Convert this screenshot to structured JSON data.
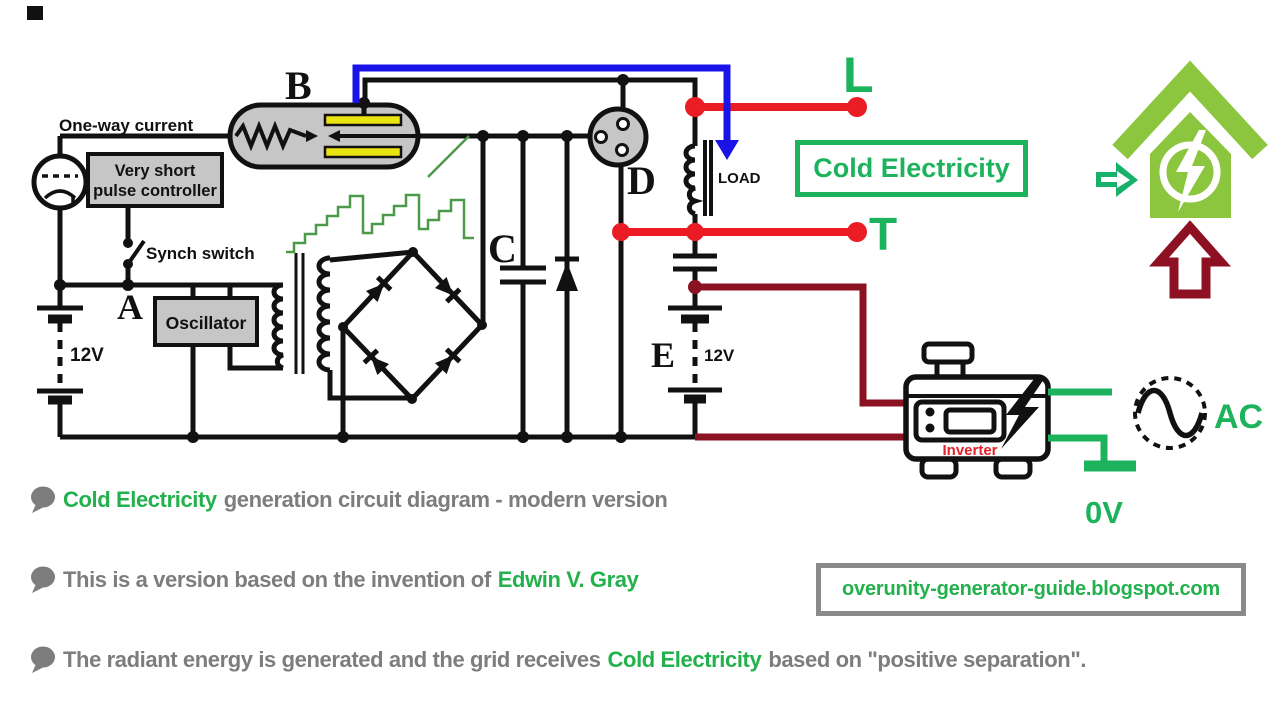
{
  "circuit": {
    "labels": {
      "one_way_current": "One-way current",
      "pulse_controller_line1": "Very short",
      "pulse_controller_line2": "pulse controller",
      "synch_switch": "Synch switch",
      "oscillator": "Oscillator",
      "battery_left": "12V",
      "battery_e": "12V",
      "load": "LOAD",
      "a": "A",
      "b": "B",
      "c": "C",
      "d": "D",
      "e": "E",
      "terminal_l": "L",
      "terminal_t": "T",
      "cold_electricity": "Cold Electricity",
      "inverter": "Inverter",
      "ac": "AC",
      "zero_v": "0V"
    },
    "colors": {
      "wire_black": "#111111",
      "wire_red": "#ec1c24",
      "wire_dark_red": "#8b1222",
      "wire_blue": "#1a13e8",
      "wire_green_out": "#1cb35c",
      "label_green": "#1cb35c",
      "component_gray": "#c6c6c6",
      "plate_yellow": "#ece410",
      "waveform_green": "#4a9a4a",
      "house_green": "#8cc63e",
      "arrow_green": "#17b169",
      "arrow_dark_red": "#8e1023",
      "inverter_red": "#e42127"
    }
  },
  "captions": {
    "bullet1": {
      "highlight": "Cold Electricity",
      "rest": "generation circuit diagram - modern version"
    },
    "bullet2": {
      "lead": "This is a version based on the invention of",
      "highlight": "Edwin V. Gray"
    },
    "bullet3": {
      "lead": "The radiant energy is generated and the grid receives",
      "highlight": "Cold Electricity",
      "tail": "based on \"positive separation\"."
    },
    "watermark": "overunity-generator-guide.blogspot.com",
    "text_gray": "#7d7d7d",
    "text_green": "#23b14d"
  }
}
